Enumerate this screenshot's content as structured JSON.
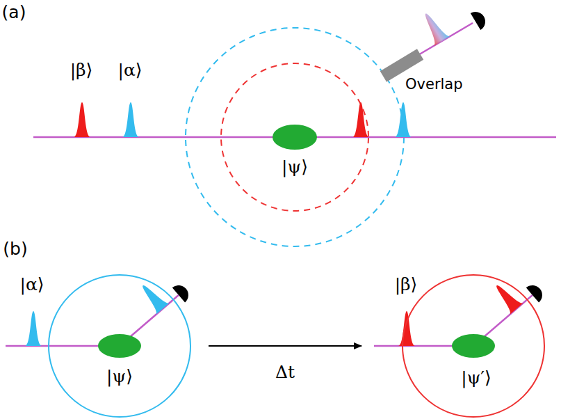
{
  "diagram": {
    "nodes": [
      {
        "text": [
          "|ψ⟩"
        ]
      },
      {
        "text": [
          "|ψ⟩"
        ]
      },
      {
        "text": [
          "|ψ′⟩"
        ]
      }
    ],
    "edges": [
      {
        "from": 1,
        "to": 2,
        "arrow": "to",
        "label": "Δt"
      }
    ],
    "labels": [
      "(a)",
      "|β⟩",
      "|α⟩",
      "Overlap",
      "(b)",
      "|α⟩",
      "|β⟩"
    ]
  }
}
